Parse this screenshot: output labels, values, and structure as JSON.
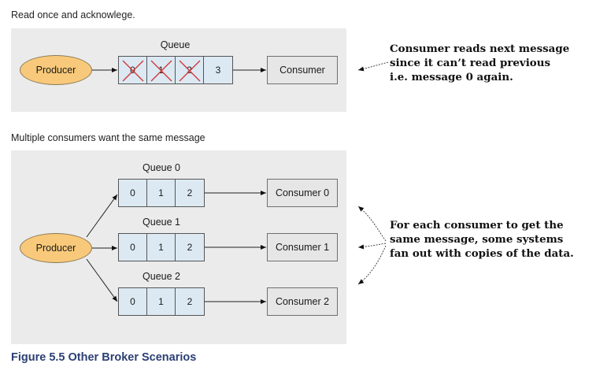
{
  "section1": {
    "label": "Read once and acknowlege.",
    "queue_title": "Queue",
    "producer": "Producer",
    "consumer": "Consumer",
    "cells": [
      {
        "value": "0",
        "consumed": true
      },
      {
        "value": "1",
        "consumed": true
      },
      {
        "value": "2",
        "consumed": true
      },
      {
        "value": "3",
        "consumed": false
      }
    ],
    "note": [
      "Consumer reads next message",
      "since it can’t read previous",
      "i.e. message 0 again."
    ]
  },
  "section2": {
    "label": "Multiple consumers want the same message",
    "producer": "Producer",
    "queues": [
      {
        "title": "Queue 0",
        "cells": [
          "0",
          "1",
          "2"
        ],
        "consumer": "Consumer 0"
      },
      {
        "title": "Queue 1",
        "cells": [
          "0",
          "1",
          "2"
        ],
        "consumer": "Consumer 1"
      },
      {
        "title": "Queue 2",
        "cells": [
          "0",
          "1",
          "2"
        ],
        "consumer": "Consumer 2"
      }
    ],
    "note": [
      "For each consumer to get the",
      "same message, some systems",
      "fan out with copies of the data."
    ]
  },
  "caption": "Figure 5.5 Other Broker Scenarios",
  "colors": {
    "producer_fill": "#f8c97a",
    "queue_cell_fill": "#dce9f3",
    "consumer_fill": "#e6e6e6",
    "panel_fill": "#ebebeb",
    "cross_color": "#d23c3c",
    "caption_color": "#2b3f74"
  }
}
